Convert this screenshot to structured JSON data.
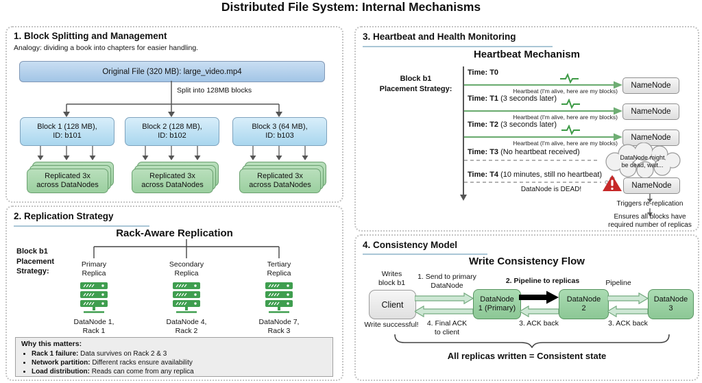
{
  "title": "Distributed File System: Internal Mechanisms",
  "panel1": {
    "heading": "1. Block Splitting and Management",
    "subtitle": "Analogy: dividing a book into chapters for easier handling.",
    "file_box": "Original File (320 MB): large_video.mp4",
    "split_label": "Split into 128MB blocks",
    "blocks": [
      {
        "line1": "Block 1 (128 MB),",
        "line2": "ID: b101"
      },
      {
        "line1": "Block 2 (128 MB),",
        "line2": "ID: b102"
      },
      {
        "line1": "Block 3 (64 MB),",
        "line2": "ID: b103"
      }
    ],
    "replica_line1": "Replicated 3x",
    "replica_line2": "across DataNodes"
  },
  "panel2": {
    "heading": "2. Replication Strategy",
    "title": "Rack-Aware Replication",
    "side_label": [
      "Block b1",
      "Placement",
      "Strategy:"
    ],
    "columns": [
      {
        "role1": "Primary",
        "role2": "Replica",
        "node1": "DataNode 1,",
        "node2": "Rack 1"
      },
      {
        "role1": "Secondary",
        "role2": "Replica",
        "node1": "DataNode 4,",
        "node2": "Rack 2"
      },
      {
        "role1": "Tertiary",
        "role2": "Replica",
        "node1": "DataNode 7,",
        "node2": "Rack 3"
      }
    ],
    "why_heading": "Why this matters:",
    "why_bullets": [
      {
        "lead": "Rack 1 failure:",
        "rest": " Data survives on Rack 2 & 3"
      },
      {
        "lead": "Network partition:",
        "rest": " Different racks ensure availability"
      },
      {
        "lead": "Load distribution:",
        "rest": " Reads can come from any replica"
      }
    ]
  },
  "panel3": {
    "heading": "3. Heartbeat and Health Monitoring",
    "title": "Heartbeat Mechanism",
    "side_label": [
      "Block b1",
      "Placement Strategy:"
    ],
    "rows": [
      {
        "label_bold": "Time: T0",
        "label_rest": "",
        "note": "Heartbeat (I'm alive, here are my blocks)",
        "node": "NameNode"
      },
      {
        "label_bold": "Time: T1",
        "label_rest": " (3 seconds later)",
        "note": "Heartbeat (I'm alive, here are my blocks)",
        "node": "NameNode"
      },
      {
        "label_bold": "Time: T2",
        "label_rest": " (3 seconds later)",
        "note": "Heartbeat (I'm alive, here are my blocks)",
        "node": "NameNode"
      },
      {
        "label_bold": "Time: T3",
        "label_rest": " (No heartbeat received)",
        "cloud1": "DataNode might",
        "cloud2": "be dead, wait..."
      },
      {
        "label_bold": "Time: T4",
        "label_rest": " (10 minutes, still no heartbeat)",
        "note": "DataNode is DEAD!",
        "node": "NameNode"
      }
    ],
    "outcome1": "Triggers re-replication",
    "outcome2_line1": "Ensures all blocks have",
    "outcome2_line2": "required number of replicas"
  },
  "panel4": {
    "heading": "4. Consistency Model",
    "title": "Write Consistency Flow",
    "client": "Client",
    "client_above1": "Writes",
    "client_above2": "block b1",
    "client_below": "Write successful!",
    "nodes": [
      {
        "line1": "DataNode",
        "line2": "1 (Primary)"
      },
      {
        "line1": "DataNode",
        "line2": "2"
      },
      {
        "line1": "DataNode",
        "line2": "3"
      }
    ],
    "send_label1": "1. Send to primary",
    "send_label2": "DataNode",
    "pipeline_bold": "2. Pipeline to replicas",
    "pipeline_label": "Pipeline",
    "ack_label1": "3. ACK back",
    "ack_label2": "3. ACK back",
    "final_ack1": "4. Final ACK",
    "final_ack2": "to client",
    "brace_label": "All replicas written = Consistent state"
  },
  "colors": {
    "block_blue": "#aed4ee",
    "replica_green": "#a8d5ab",
    "heartbeat_green": "#6fae74",
    "warning_red": "#c62828",
    "underline_blue": "#a9c6d6"
  }
}
